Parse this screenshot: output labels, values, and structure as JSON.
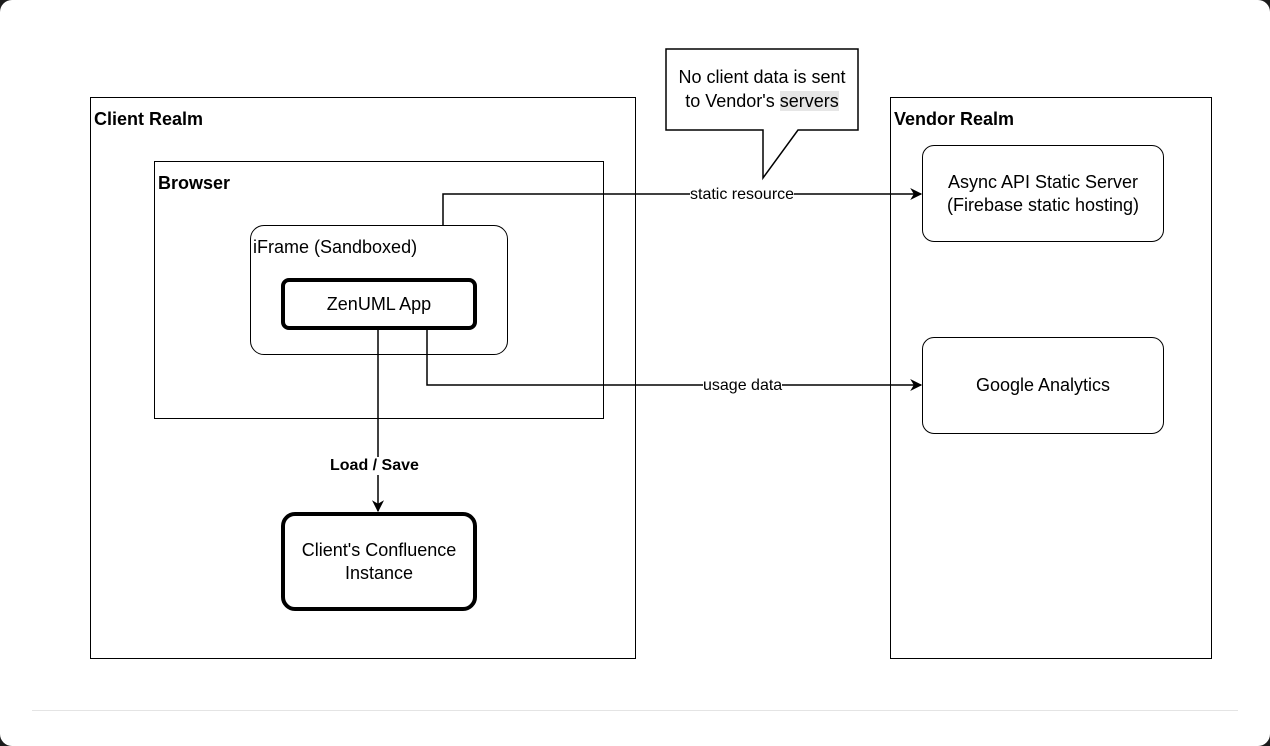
{
  "diagram": {
    "client_realm": {
      "title": "Client Realm"
    },
    "browser": {
      "title": "Browser"
    },
    "iframe": {
      "title": "iFrame (Sandboxed)"
    },
    "app": {
      "label": "ZenUML App"
    },
    "confluence": {
      "line1": "Client's Confluence",
      "line2": "Instance"
    },
    "vendor_realm": {
      "title": "Vendor Realm"
    },
    "static_server": {
      "line1": "Async API Static Server",
      "line2": "(Firebase static hosting)"
    },
    "analytics": {
      "label": "Google Analytics"
    },
    "callout": {
      "line1": "No client data is sent",
      "line2_prefix": "to Vendor's ",
      "line2_highlight": "servers"
    },
    "edges": {
      "static": "static resource",
      "usage": "usage data",
      "load_save": "Load / Save"
    },
    "colors": {
      "stroke": "#000000",
      "background": "#ffffff",
      "highlight": "#e6e6e6",
      "frame": "#1c1c1c"
    }
  }
}
